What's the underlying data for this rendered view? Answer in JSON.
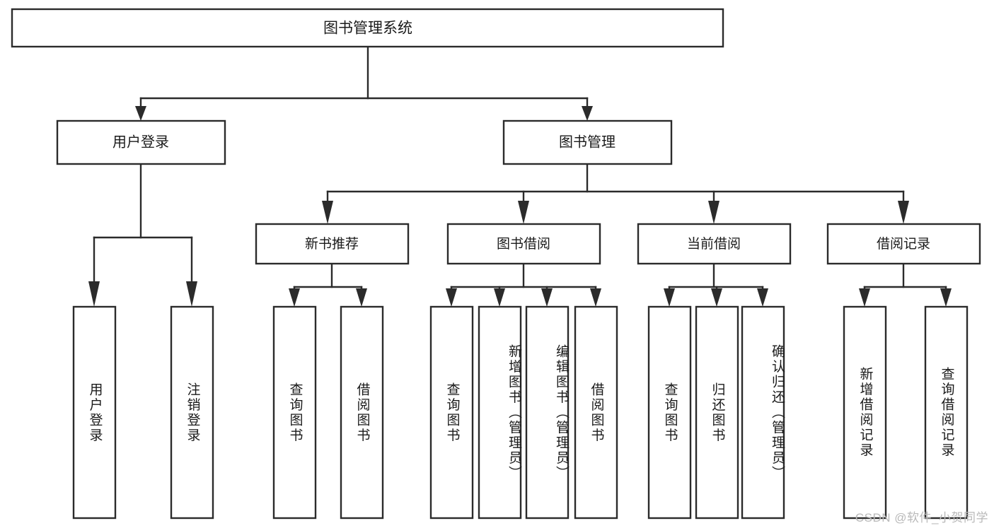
{
  "diagram": {
    "type": "hierarchy-tree",
    "title": "图书管理系统",
    "root": {
      "label": "图书管理系统"
    },
    "level1": [
      {
        "label": "用户登录"
      },
      {
        "label": "图书管理"
      }
    ],
    "level2": [
      {
        "label": "新书推荐",
        "parent": "图书管理"
      },
      {
        "label": "图书借阅",
        "parent": "图书管理"
      },
      {
        "label": "当前借阅",
        "parent": "图书管理"
      },
      {
        "label": "借阅记录",
        "parent": "图书管理"
      }
    ],
    "leaves": [
      {
        "label": "用户登录",
        "parent": "用户登录"
      },
      {
        "label": "注销登录",
        "parent": "用户登录"
      },
      {
        "label": "查询图书",
        "parent": "新书推荐"
      },
      {
        "label": "借阅图书",
        "parent": "新书推荐"
      },
      {
        "label": "查询图书",
        "parent": "图书借阅"
      },
      {
        "label": "新增图书（管理员）",
        "parent": "图书借阅"
      },
      {
        "label": "编辑图书（管理员）",
        "parent": "图书借阅"
      },
      {
        "label": "借阅图书",
        "parent": "图书借阅"
      },
      {
        "label": "查询图书",
        "parent": "当前借阅"
      },
      {
        "label": "归还图书",
        "parent": "当前借阅"
      },
      {
        "label": "确认归还（管理员）",
        "parent": "当前借阅"
      },
      {
        "label": "新增借阅记录",
        "parent": "借阅记录"
      },
      {
        "label": "查询借阅记录",
        "parent": "借阅记录"
      }
    ]
  },
  "watermark": {
    "text": "CSDN @软件_小贺同学"
  },
  "colors": {
    "background": "#ffffff",
    "box_fill": "#ffffff",
    "box_stroke": "#2b2b2b",
    "text": "#1a1a1a",
    "watermark": "#b9b9b9"
  }
}
